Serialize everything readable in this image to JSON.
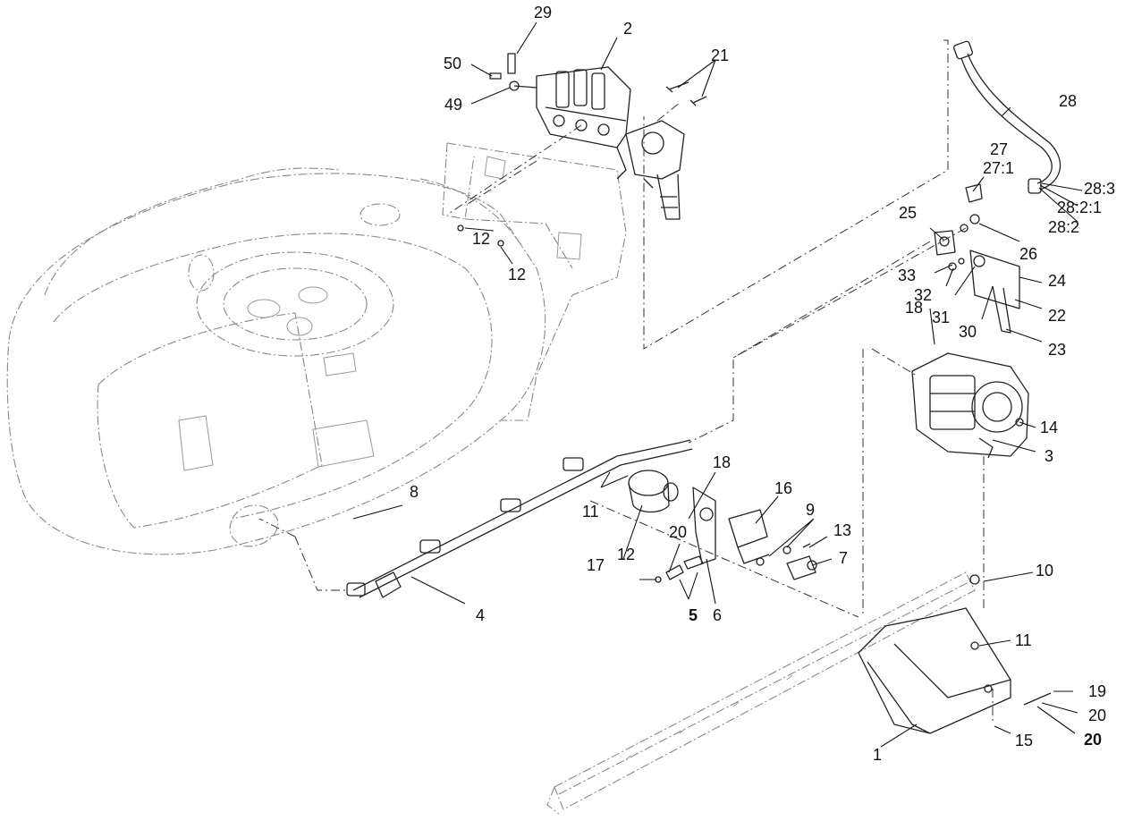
{
  "callouts": [
    {
      "id": "c1",
      "label": "1"
    },
    {
      "id": "c2",
      "label": "2"
    },
    {
      "id": "c3",
      "label": "3"
    },
    {
      "id": "c4",
      "label": "4"
    },
    {
      "id": "c5",
      "label": "5"
    },
    {
      "id": "c6",
      "label": "6"
    },
    {
      "id": "c7",
      "label": "7"
    },
    {
      "id": "c8",
      "label": "8"
    },
    {
      "id": "c9",
      "label": "9"
    },
    {
      "id": "c10",
      "label": "10"
    },
    {
      "id": "c11a",
      "label": "11"
    },
    {
      "id": "c11b",
      "label": "11"
    },
    {
      "id": "c12a",
      "label": "12"
    },
    {
      "id": "c12b",
      "label": "12"
    },
    {
      "id": "c12c",
      "label": "12"
    },
    {
      "id": "c13",
      "label": "13"
    },
    {
      "id": "c14",
      "label": "14"
    },
    {
      "id": "c15",
      "label": "15"
    },
    {
      "id": "c16",
      "label": "16"
    },
    {
      "id": "c17",
      "label": "17"
    },
    {
      "id": "c18a",
      "label": "18"
    },
    {
      "id": "c18b",
      "label": "18"
    },
    {
      "id": "c19",
      "label": "19"
    },
    {
      "id": "c20a",
      "label": "20"
    },
    {
      "id": "c20b",
      "label": "20"
    },
    {
      "id": "c20c",
      "label": "20"
    },
    {
      "id": "c21",
      "label": "21"
    },
    {
      "id": "c22",
      "label": "22"
    },
    {
      "id": "c23",
      "label": "23"
    },
    {
      "id": "c24",
      "label": "24"
    },
    {
      "id": "c25",
      "label": "25"
    },
    {
      "id": "c26",
      "label": "26"
    },
    {
      "id": "c27",
      "label": "27"
    },
    {
      "id": "c271",
      "label": "27:1"
    },
    {
      "id": "c28",
      "label": "28"
    },
    {
      "id": "c282",
      "label": "28:2"
    },
    {
      "id": "c2821",
      "label": "28:2:1"
    },
    {
      "id": "c283",
      "label": "28:3"
    },
    {
      "id": "c29",
      "label": "29"
    },
    {
      "id": "c30",
      "label": "30"
    },
    {
      "id": "c31",
      "label": "31"
    },
    {
      "id": "c32",
      "label": "32"
    },
    {
      "id": "c33",
      "label": "33"
    },
    {
      "id": "c49",
      "label": "49"
    },
    {
      "id": "c50",
      "label": "50"
    }
  ]
}
